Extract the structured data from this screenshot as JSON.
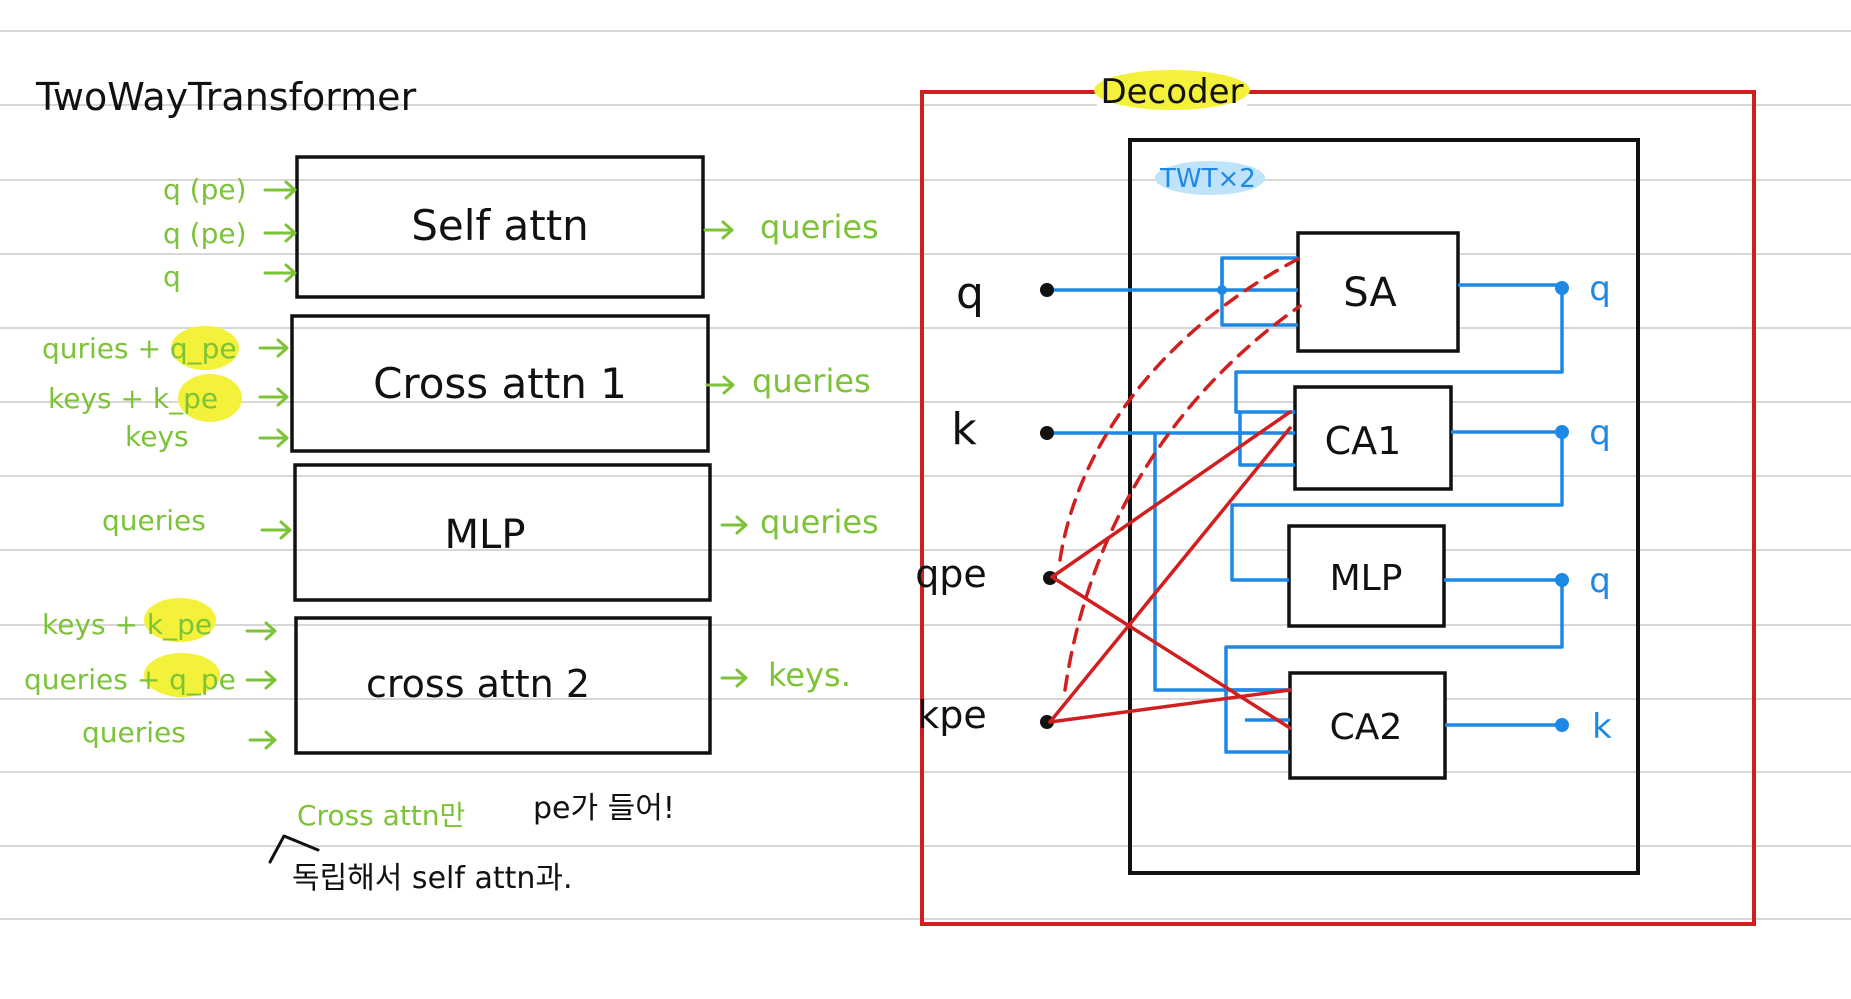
{
  "left": {
    "title": "TwoWayTransformer",
    "blocks": [
      {
        "label": "Self attn",
        "inputs": [
          "q (pe)",
          "q (pe)",
          "q"
        ],
        "output": "queries"
      },
      {
        "label": "Cross attn 1",
        "inputs": [
          "quries + q_pe",
          "keys + k_pe",
          "keys"
        ],
        "output": "queries"
      },
      {
        "label": "MLP",
        "inputs": [
          "queries"
        ],
        "output": "queries"
      },
      {
        "label": "cross attn 2",
        "inputs": [
          "keys + k_pe",
          "queries + q_pe",
          "queries"
        ],
        "output": "keys."
      }
    ],
    "note_green": "Cross attn만",
    "note_black": "pe가 들어!",
    "note_below": "독립해서 self attn과."
  },
  "right": {
    "decoder_label": "Decoder",
    "twt_label": "TWT×2",
    "inputs": [
      "q",
      "k",
      "qpe",
      "kpe"
    ],
    "blocks": [
      "SA",
      "CA1",
      "MLP",
      "CA2"
    ],
    "outputs": [
      "q",
      "q",
      "q",
      "k"
    ]
  },
  "colors": {
    "ink": "#111111",
    "green": "#7cc338",
    "highlight": "#f4f13a",
    "blue": "#1e88e5",
    "red": "#d11f1f",
    "ruled_line": "#d7d7d7"
  }
}
